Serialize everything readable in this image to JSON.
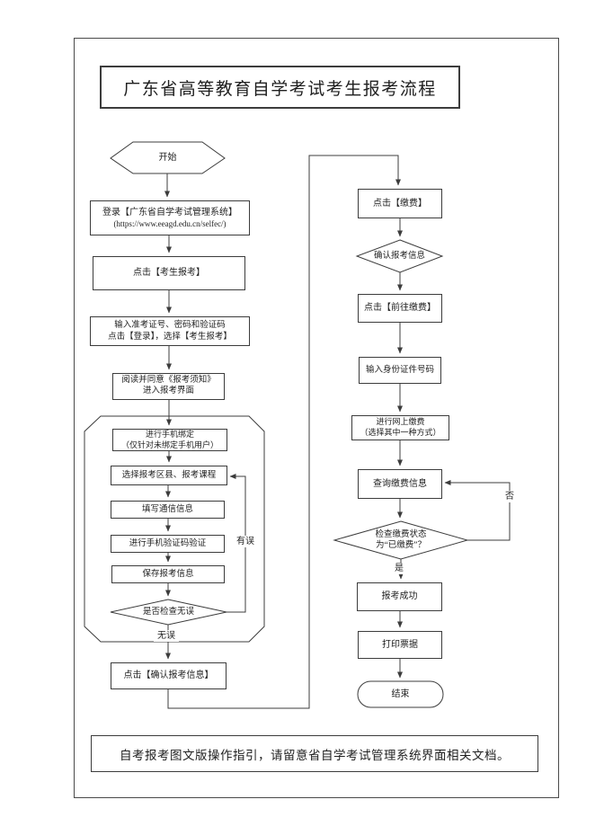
{
  "page": {
    "title": "广东省高等教育自学考试考生报考流程",
    "footer_note": "自考报考图文版操作指引，请留意省自学考试管理系统界面相关文档。"
  },
  "colors": {
    "line": "#3c3c3c",
    "text": "#1f1f1f",
    "background": "#ffffff"
  },
  "flow": {
    "start": "开始",
    "end": "结束",
    "steps": {
      "login": {
        "line1": "登录【广东省自学考试管理系统】",
        "line2": "(https://www.eeagd.edu.cn/selfec/)"
      },
      "click_register": {
        "line1": "点击【考生报考】"
      },
      "enter_credentials": {
        "line1": "输入准考证号、密码和验证码",
        "line2": "点击【登录】，选择【考生报考】"
      },
      "read_notice": {
        "line1": "阅读并同意《报考须知》",
        "line2": "进入报考界面"
      },
      "bind_phone": {
        "line1": "进行手机绑定",
        "line2": "（仅针对未绑定手机用户）"
      },
      "select_courses": {
        "line1": "选择报考区县、报考课程"
      },
      "fill_contact": {
        "line1": "填写通信信息"
      },
      "verify_sms": {
        "line1": "进行手机验证码验证"
      },
      "save_info": {
        "line1": "保存报考信息"
      },
      "check_correct": {
        "line1": "是否检查无误"
      },
      "confirm_info": {
        "line1": "点击【确认报考信息】"
      },
      "click_pay": {
        "line1": "点击【缴费】"
      },
      "confirm_reg": {
        "line1": "确认报考信息"
      },
      "goto_pay": {
        "line1": "点击【前往缴费】"
      },
      "enter_id": {
        "line1": "输入身份证件号码"
      },
      "online_pay": {
        "line1": "进行网上缴费",
        "line2": "（选择其中一种方式）"
      },
      "query_payment": {
        "line1": "查询缴费信息"
      },
      "check_paid": {
        "line1": "检查缴费状态",
        "line2": "为“已缴费”？"
      },
      "success": {
        "line1": "报考成功"
      },
      "print_receipt": {
        "line1": "打印票据"
      }
    },
    "branch_labels": {
      "correct": "无误",
      "error": "有误",
      "yes": "是",
      "no": "否"
    }
  }
}
